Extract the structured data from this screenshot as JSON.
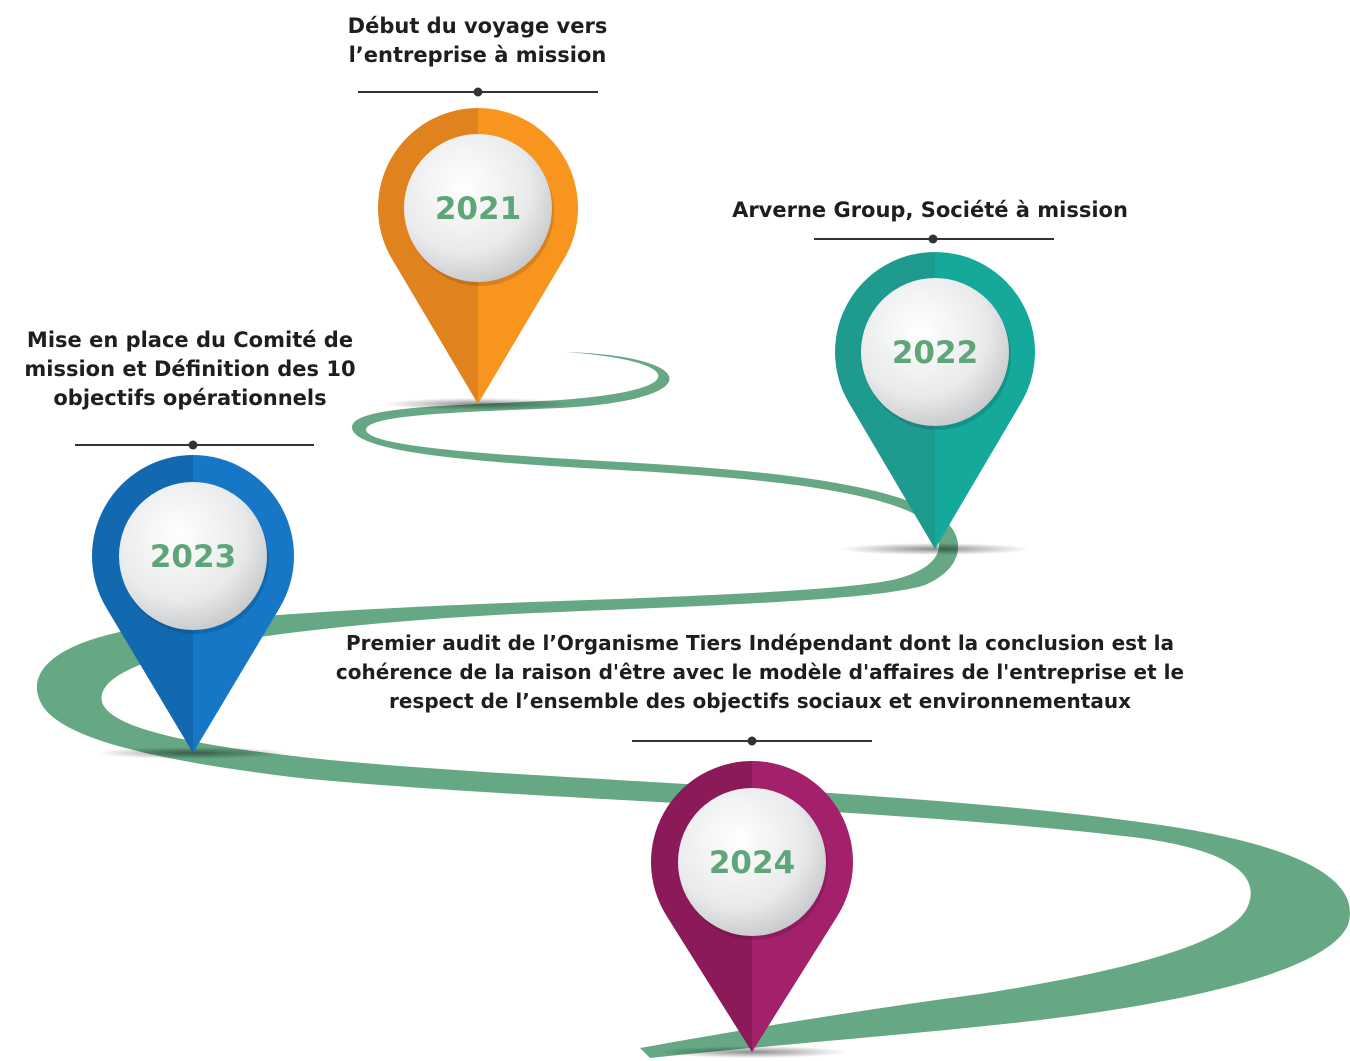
{
  "milestones": [
    {
      "id": "2021",
      "year": "2021",
      "color_dark": "#e0821e",
      "color_light": "#f7951f",
      "description_lines": [
        "Début du voyage vers",
        "l’entreprise à mission"
      ]
    },
    {
      "id": "2022",
      "year": "2022",
      "color_dark": "#1e9a8e",
      "color_light": "#14a99a",
      "description_lines": [
        "Arverne Group, Société à mission"
      ]
    },
    {
      "id": "2023",
      "year": "2023",
      "color_dark": "#1269b0",
      "color_light": "#1577c6",
      "description_lines": [
        "Mise en place du Comité de",
        "mission et Définition des 10",
        "objectifs opérationnels"
      ]
    },
    {
      "id": "2024",
      "year": "2024",
      "color_dark": "#8c1a59",
      "color_light": "#a3206a",
      "description_lines": [
        "Premier audit de l’Organisme Tiers Indépendant dont la conclusion est la",
        "cohérence de la raison d'être avec le modèle d'affaires de l'entreprise et le",
        "respect de l’ensemble des objectifs sociaux et environnementaux"
      ]
    }
  ],
  "colors": {
    "road": "#66a884",
    "year_text": "#5ea67a",
    "label_text": "#1e1e1e",
    "connector_line": "#333333"
  }
}
